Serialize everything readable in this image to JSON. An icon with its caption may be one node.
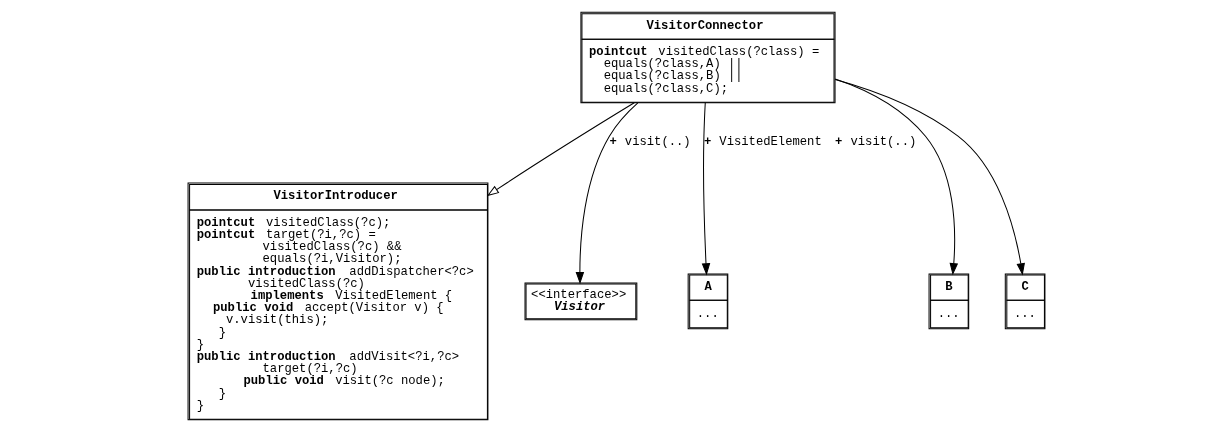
{
  "diagram": {
    "nodes": [
      {
        "text": [
          "VisitorIntroducer",
          "**pointcut** visitedClass(?c);",
          "**pointcut** target(?i,?c) =",
          "         visitedClass(?c) &&",
          "         equals(?i,Visitor);",
          "**public introduction** addDispatcher<?c>",
          "       visitedClass(?c)",
          "       **implements** VisitedElement {",
          "  **public void** accept(Visitor v) {",
          "    v.visit(this);",
          "   }",
          "}",
          "**public introduction** addVisit<?i,?c>",
          "         target(?i,?c)",
          "      **public void** visit(?c node);",
          "   }",
          "}"
        ]
      },
      {
        "text": [
          "VisitorConnector",
          "**pointcut** visitedClass(?class) =",
          "  equals(?class,A) ||",
          "  equals(?class,B) ||",
          "  equals(?class,C);"
        ]
      },
      {
        "text": [
          "<<interface>>",
          "Visitor"
        ]
      },
      {
        "text": [
          "A",
          "..."
        ]
      },
      {
        "text": [
          "B",
          "..."
        ]
      },
      {
        "text": [
          "C",
          "..."
        ]
      }
    ],
    "edges": [
      {
        "from": 1,
        "to": 0,
        "arrow": "to"
      },
      {
        "from": 1,
        "to": 2,
        "arrow": "to",
        "label": "**+** visit(..)"
      },
      {
        "from": 1,
        "to": 3,
        "arrow": "to",
        "label": "**+** VisitedElement **+** visit(..)"
      },
      {
        "from": 1,
        "to": 4,
        "arrow": "to"
      },
      {
        "from": 1,
        "to": 5,
        "arrow": "to"
      }
    ]
  }
}
